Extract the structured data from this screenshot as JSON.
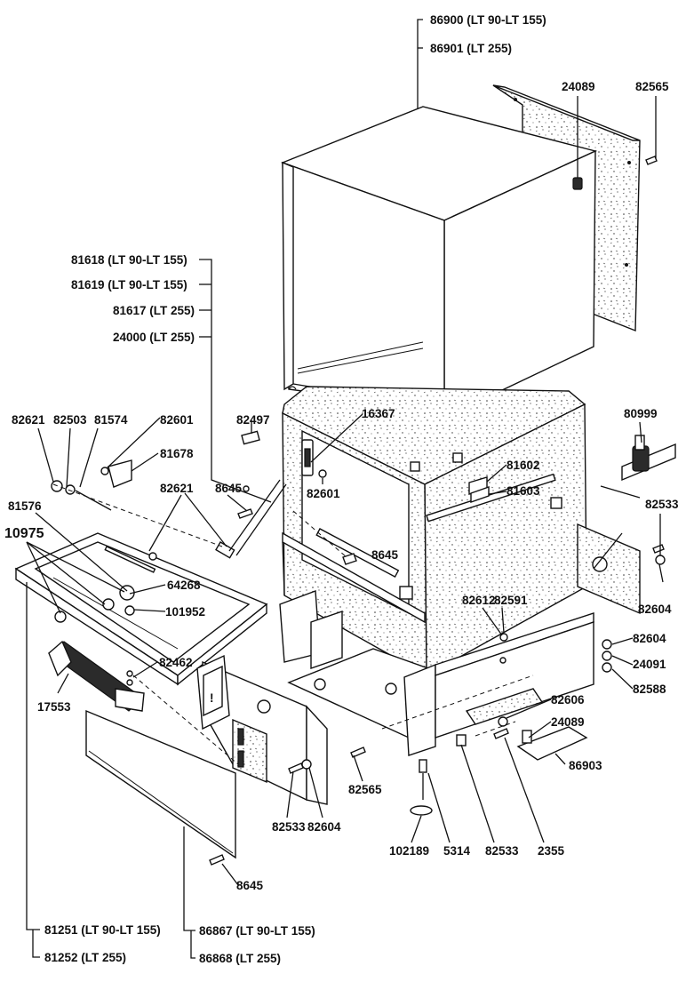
{
  "diagram": {
    "labels": {
      "l86900": "86900 (LT 90-LT 155)",
      "l86901": "86901 (LT 255)",
      "l24089a": "24089",
      "l82565a": "82565",
      "l81618": "81618 (LT 90-LT 155)",
      "l81619": "81619 (LT 90-LT 155)",
      "l81617": "81617 (LT 255)",
      "l24000": "24000 (LT 255)",
      "l82621a": "82621",
      "l82503": "82503",
      "l81574": "81574",
      "l82601a": "82601",
      "l81678": "81678",
      "l82497": "82497",
      "l16367": "16367",
      "l80999": "80999",
      "l82601b": "82601",
      "l81602": "81602",
      "l81603": "81603",
      "l8645a": "8645",
      "l82621b": "82621",
      "l81576": "81576",
      "l10975": "10975",
      "l82533a": "82533",
      "l8645b": "8645",
      "l64268": "64268",
      "l101952": "101952",
      "l82604a": "82604",
      "l82612": "82612",
      "l82591": "82591",
      "l82604b": "82604",
      "l24091": "24091",
      "l82588": "82588",
      "l82462": "82462",
      "l17553": "17553",
      "l82606": "82606",
      "l24089b": "24089",
      "l86903": "86903",
      "l82565b": "82565",
      "l82533b": "82533",
      "l82604c": "82604",
      "l102189": "102189",
      "l5314": "5314",
      "l82533c": "82533",
      "l2355": "2355",
      "l8645c": "8645",
      "l81251": "81251 (LT 90-LT 155)",
      "l81252": "81252 (LT 255)",
      "l86867": "86867 (LT 90-LT 155)",
      "l86868": "86868 (LT 255)"
    }
  }
}
